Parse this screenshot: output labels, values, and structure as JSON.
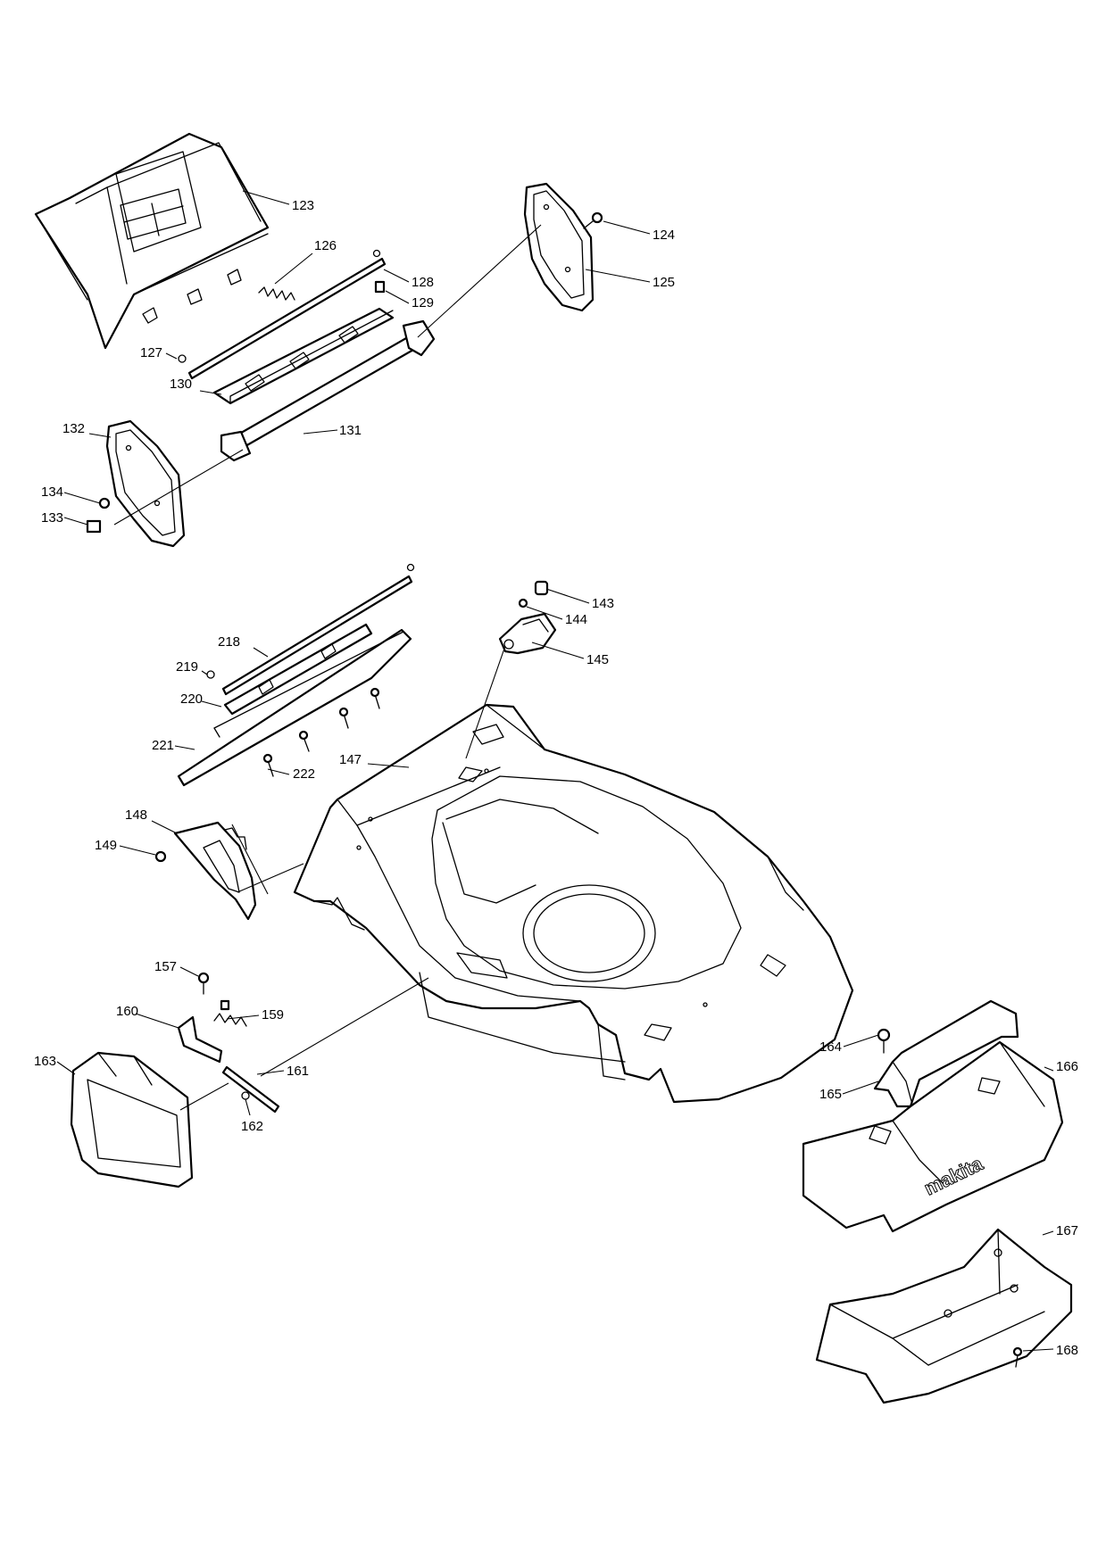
{
  "callouts": {
    "p123": "123",
    "p124": "124",
    "p125": "125",
    "p126": "126",
    "p127": "127",
    "p128": "128",
    "p129": "129",
    "p130": "130",
    "p131": "131",
    "p132": "132",
    "p133": "133",
    "p134": "134",
    "p143": "143",
    "p144": "144",
    "p145": "145",
    "p147": "147",
    "p148": "148",
    "p149": "149",
    "p157": "157",
    "p159": "159",
    "p160": "160",
    "p161": "161",
    "p162": "162",
    "p163": "163",
    "p164": "164",
    "p165": "165",
    "p166": "166",
    "p167": "167",
    "p168": "168",
    "p218": "218",
    "p219": "219",
    "p220": "220",
    "p221": "221",
    "p222": "222"
  },
  "brand_marking": "makita"
}
